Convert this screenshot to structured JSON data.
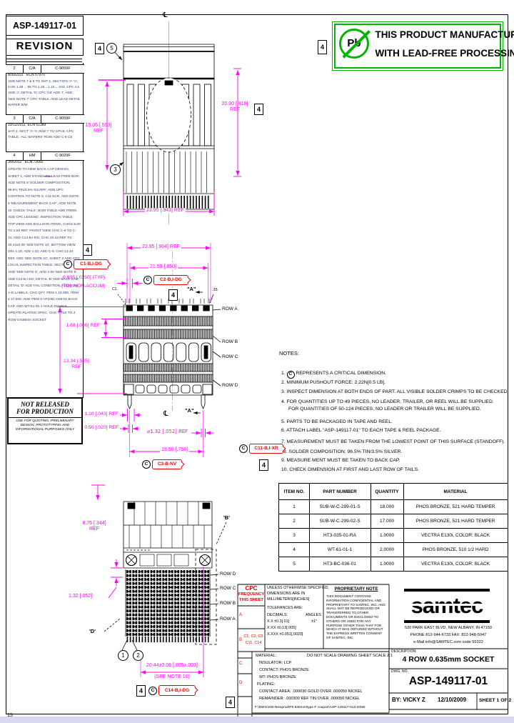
{
  "titles": {
    "doc_number": "ASP-149117-01",
    "revision": "REVISION"
  },
  "page": {
    "edge_num": "15"
  },
  "flags": {
    "f4": "4"
  },
  "balloons": {
    "b1": "1",
    "b2": "2",
    "b3": "3",
    "b5": "5"
  },
  "sym": {
    "centerline": "℄",
    "circle_c": "C"
  },
  "revisions": [
    {
      "rev": "2",
      "appr": "C/A",
      "doc": "C-9059F",
      "date": "8/30/2011",
      "ecn": "ECN 57970",
      "desc": "ADD NOTE 7 & 8 TO SHT 2, SECTION 'A'-'A', CHG 1.29→.95 TO 1.25→1.10→.043, CPC C4 ADD 'J', DETAIL 'G' CPC 'C6' ADD 'I', ADD 'SEE NOTE 7' CPC TABLE, ADD LEAD DETAIL WAFER B/W"
    },
    {
      "rev": "3",
      "appr": "C/A",
      "doc": "C-9059F",
      "date": "10/12/2011",
      "ecn": "ECN 61389",
      "desc": "SHT 2, SECT 'A'-'A' ADD 'I' TO CPC8, CPC TABLE, 'ALL WAFERS' ROW ADD C-8 C5"
    },
    {
      "rev": "4",
      "appr": "HM",
      "doc": "C-9029F",
      "date": "3/9/2012",
      "ecn": "ECN 72092",
      "desc": "UPDATE TO NEW BACK CAP DESIGN, SHEET 1, ADD STANDARD LEAD FREE BOX, ADD NOTE 8 'SOLDER COMPOSITION: 96.5% TIN/3.5% SILVER', ADD UPC CONTROL TO NOTE 8, C11 ECR, ADD NOTE 9 'MEASUREMENT BACK CAP', ADD NOTE 10 'CHECK TAILS', BOM TABLE ADD ITEMS, ADD CPC LEGEND, INSPECTION TABLE, TOP VIEW ADD BALLOON ITEMS, CHGS 8.00 TO 2.80 REF, FRONT VIEW CHG C-9 TO C-14, ADD C14-B,I-DG, CHG 20.44 REF TO 20.44±0.08 'SEE NOTE 10', BOTTOM VIEW DEL 1.18, ADD 1.32, ADD C-9, CHG 13.34 REF, ADD 'SEE NOTE 10', SHEET 2 ADD CPC LOCAL INSPECTION TABLE, SECTION 'A'-'A' ADD 'SEE NOTE 8', ADD 2.80 'SEE NOTE 9', ADD C14-B,I-DG, DETAIL 'B' ADD BACK CAP, DETAIL 'D' ADD TAIL CONDITION, ADD ROW A-D LABELS, CHG QTY ITEM 1 18.000, ITEM 2 17.000, ADD ITEM 5 HT3-BC-036-01 BACK CAP, ADD WT-61-01-1 HOLD DOWNS, UPDATE PLATING SPEC, CHG TITLE TO 4 ROW 0.635mm SOCKET"
    }
  ],
  "not_released": {
    "line1": "NOT RELEASED",
    "line2": "FOR PRODUCTION",
    "body": "USE FOR QUOTING, PRELIMINARY DESIGN, PROTOTYPING AND INFORMATIONAL PURPOSES ONLY"
  },
  "leadfree": {
    "line1": "THIS PRODUCT MANUFACTURED",
    "line2": "WITH LEAD-FREE PROCESSING",
    "symbol": "Pb"
  },
  "top_view": {
    "dim_height": "15.05 [.593]",
    "dim_height_ref": "REF",
    "dim_width": "20.80 [.819]",
    "dim_width_ref": "REF",
    "dim_overall": "23.95 [.943] REF"
  },
  "middle_view": {
    "dim_overall": "22.95 [.904] REF",
    "dim_inner": "21.59 [.850]",
    "pitch": "0.635 [.0250]  (TYP)",
    "pitch2": "(TOL NON-ACCUM)",
    "cpc1": "C1-B,I-DG",
    "cpc2": "C2-B,I-DG",
    "cpc3": "C3-B-NV",
    "cpc11": "C11-B,I-XR",
    "row_a": "ROW A",
    "row_b": "ROW B",
    "row_c": "ROW C",
    "row_d": "ROW D",
    "dim_row": "1.68 [.066]  REF",
    "dim_body": "13.34 [.525]",
    "dim_body_ref": "REF",
    "dim_tail1": "1.10 [.043]  REF",
    "dim_tail2": "0.50 [.020]  REF",
    "dim_tail3": "⌀1.32 [.052] REF",
    "dim_span": "19.50 [.768]",
    "sec_a": "\"A\"",
    "c1_ref": "C1.",
    "dot35": ".35"
  },
  "bottom_view": {
    "dim_back": "8.76 [.344]",
    "dim_back_ref": "REF",
    "dim_hole": "1.32 [.052]",
    "detail_b": "'B'",
    "detail_d": "'D'",
    "row_d": "ROW D",
    "row_c": "ROW C",
    "row_b": "ROW B",
    "row_a": "ROW A",
    "dim_span": "20.44±0.08 [.805±.003]",
    "see_note": "(SEE NOTE 10)",
    "cpc14": "C14-B,I-DG"
  },
  "notes": {
    "title": "NOTES:",
    "n1_pre": "1.",
    "n1_sym": "C",
    "n1_rest": "REPRESENTS A CRITICAL DIMENSION.",
    "n2": "2. MINIMUM PUSHOUT FORCE: 2.22N[0.5 LB].",
    "n3": "3. INSPECT DIMENSION AT BOTH ENDS OF PART. ALL VISIBLE SOLDER CRIMPS TO BE CHECKED.",
    "n4a": "4. FOR QUANTITIES UP TO 49 PIECES, NO LEADER, TRAILER, OR REEL WILL BE SUPPLIED.",
    "n4b": "FOR QUANTITIES OF 50-124 PIECES, NO LEADER OR TRAILER WILL BE SUPPLIED.",
    "n5": "5. PARTS TO BE PACKAGED IN TAPE AND REEL.",
    "n6": "6. ATTACH LABEL \"ASP-149117-01\" TO EACH TAPE & REEL PACKAGE.",
    "n7": "7. MEASUREMENT MUST BE TAKEN FROM THE LOWEST POINT OF THIS SURFACE (STANDOFF).",
    "n8": "8. SOLDER COMPOSITION; 96.5% TIN/3.5% SILVER.",
    "n9": "9. MEASURE MENT MUST BE TAKEN TO BACK CAP.",
    "n10": "10. CHECK DIMENSION AT FIRST AND LAST ROW OF TAILS."
  },
  "parts_table": {
    "headers": [
      "ITEM NO.",
      "PART NUMBER",
      "QUANTITY",
      "MATERIAL"
    ],
    "rows": [
      {
        "item": "1",
        "part": "SUB-W-C-299-01-S",
        "qty": "18.000",
        "material": "PHOS BRONZE, 521 HARD TEMPER"
      },
      {
        "item": "2",
        "part": "SUB-W-C-299-02-S",
        "qty": "17.000",
        "material": "PHOS BRONZE, 521 HARD TEMPER"
      },
      {
        "item": "3",
        "part": "HT3-035-01-RA",
        "qty": "1.0000",
        "material": "VECTRA E130i, COLOR: BLACK"
      },
      {
        "item": "4",
        "part": "WT-61-01-1",
        "qty": "2.0000",
        "material": "PHOS BRONZE, 510 1/2 HARD"
      },
      {
        "item": "5",
        "part": "HT3-BC-036-01",
        "qty": "1.0000",
        "material": "VECTRA E130i, COLOR: BLACK"
      }
    ]
  },
  "cpc": {
    "l1": "CPC",
    "l2": "FREQUENCY",
    "l3": "THIS SHEET",
    "row_a": "A",
    "row_b": "B",
    "row_c": "C",
    "row_d": "D",
    "b_line1": "C1, C2, C3",
    "b_line2": "C11, C14"
  },
  "tolerances": {
    "l1": "UNLESS OTHERWISE SPECIFIED,",
    "l2": "DIMENSIONS ARE IN",
    "l3": "MILLIMETERS[INCHES]",
    "l4": "TOLERANCES ARE:",
    "dec": "DECIMALS:",
    "ang": "ANGLES",
    "t1": "X.X ±0.3[.01]",
    "a1": "±1°",
    "t2": "X.XX ±0.13[.005]",
    "t3": "X.XXX ±0.051[.0020]"
  },
  "proprietary": {
    "title": "PROPRIETARY NOTE",
    "body": "THIS DOCUMENT CONTAINS INFORMATION CONFIDENTIAL AND PROPRIETARY TO SAMTEC, INC. AND SHALL NOT BE REPRODUCED OR TRANSFERRED TO OTHER DOCUMENTS OR DISCLOSED TO OTHERS OR USED FOR ANY PURPOSE OTHER THAN THAT FOR WHICH IT WAS OBTAINED WITHOUT THE EXPRESS WRITTEN CONSENT OF SAMTEC, INC."
  },
  "material_block": {
    "label": "MATERIAL:",
    "do_not_scale": "DO NOT SCALE DRAWING",
    "sheet_scale": "SHEET SCALE 2:1",
    "insulator": "INSULATOR: LCP",
    "contact": "CONTACT: PHOS BRONZE",
    "wt": "WT: PHOS BRONZE",
    "plating": "PLATING:",
    "contact_area": "CONTACT AREA: .000030 GOLD OVER .000050 NICKEL",
    "remainder": "REMAINDER: .000300 REF TIN OVER .000050 NICKEL",
    "file_path": "F:\\DWG\\SW-Newprod\\P0.635mm\\type F coupon\\ASP-149117-01S.DDW"
  },
  "samtec": {
    "logo": "samtec",
    "address": "520 PARK EAST BLVD, NEW ALBANY, IN 47150",
    "phone_fax": "PHONE 812-944-6733      FAX: 812-948-5047",
    "email_code": "e-Mail  info@SAMTEC.com      code 55322",
    "description_label": "DESCRIPTION:",
    "description": "4 ROW 0.635mm SOCKET",
    "dwg_label": "DWG. NO.",
    "dwg_no": "ASP-149117-01",
    "by": "BY: VICKY Z",
    "date": "12/10/2009",
    "sheet": "SHEET 1 OF 2"
  }
}
